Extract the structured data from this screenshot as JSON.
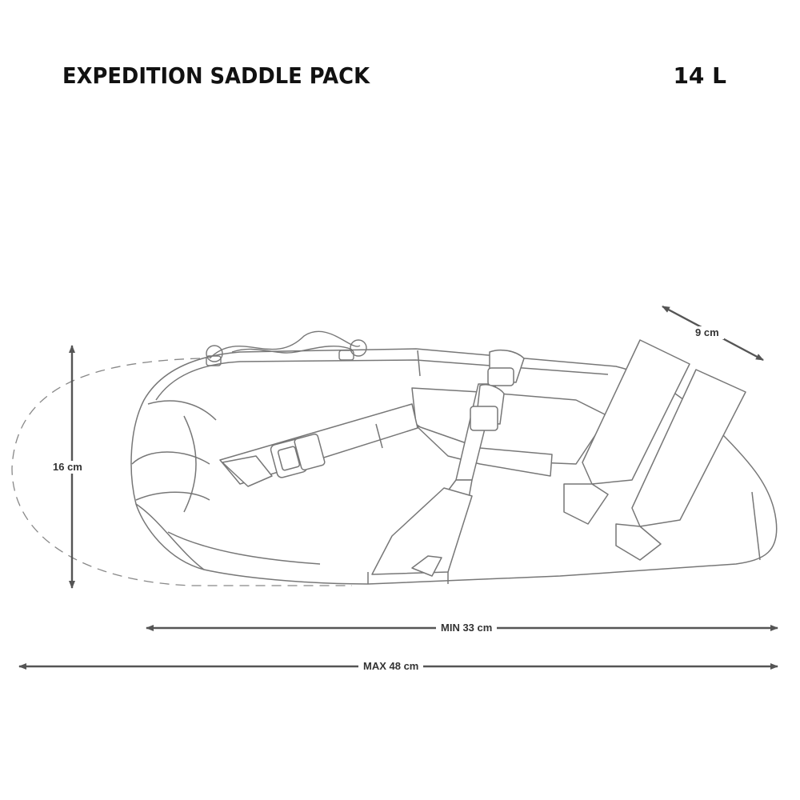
{
  "header": {
    "title": "EXPEDITION SADDLE PACK",
    "volume": "14 L"
  },
  "dimensions": {
    "height": "16 cm",
    "width": "9 cm",
    "min_length": "MIN 33 cm",
    "max_length": "MAX 48 cm"
  },
  "colors": {
    "line": "#555555",
    "outline": "#777777",
    "text": "#111111"
  }
}
